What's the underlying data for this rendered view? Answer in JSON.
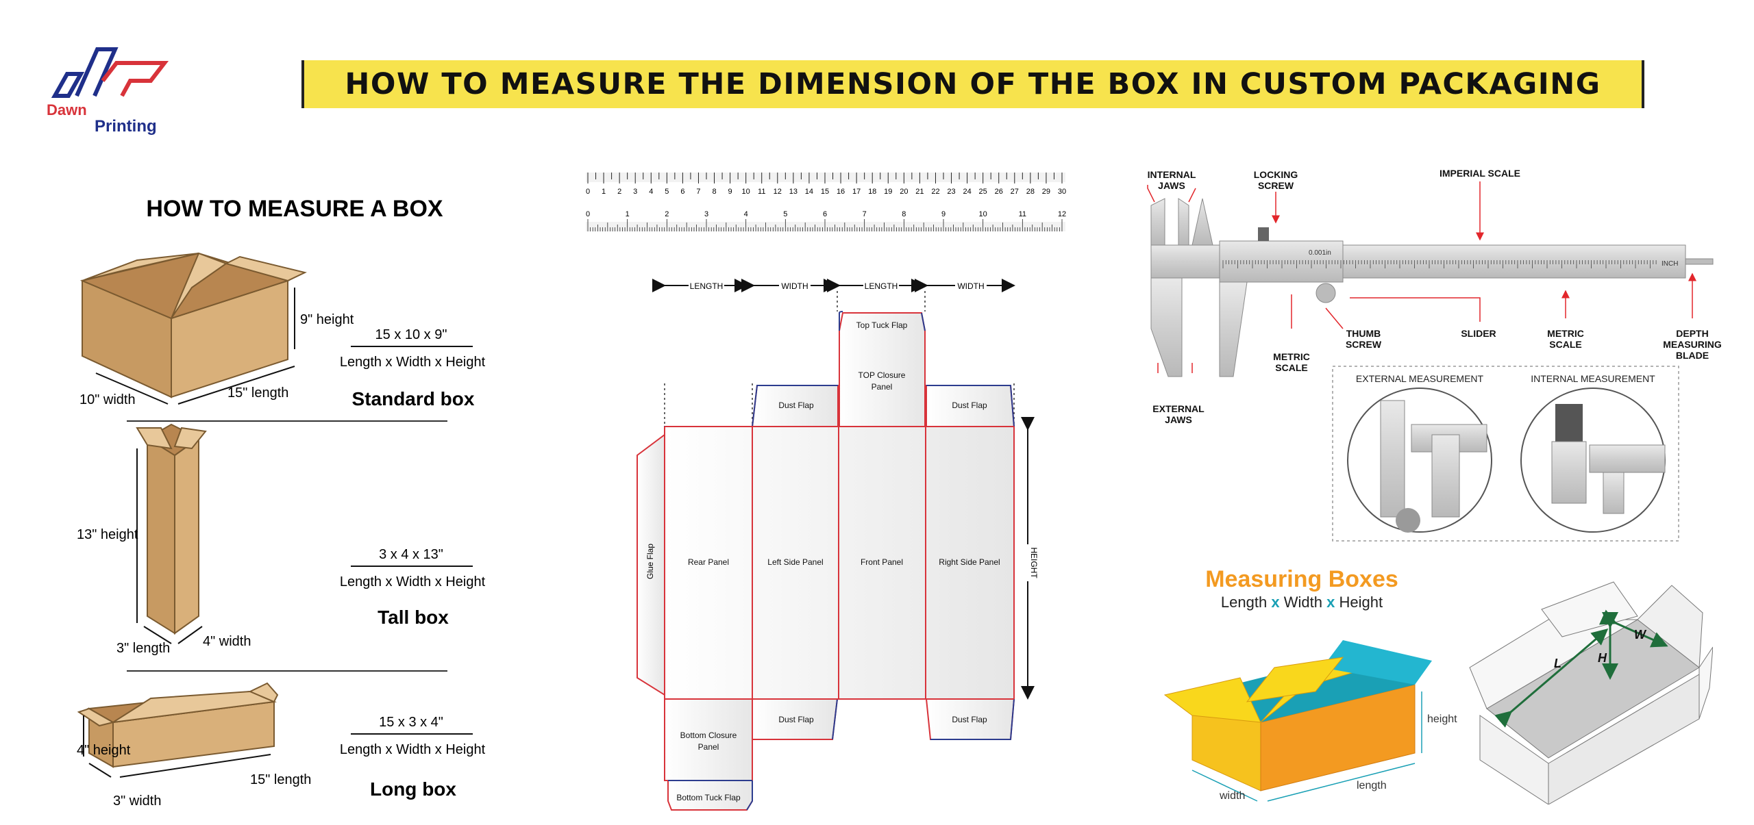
{
  "brand": {
    "line1": "Dawn",
    "line2": "Printing"
  },
  "title": "HOW TO MEASURE THE DIMENSION OF THE BOX IN CUSTOM PACKAGING",
  "left_panel": {
    "heading": "HOW TO MEASURE A BOX",
    "boxes": [
      {
        "dims": "15 x 10 x 9\"",
        "formula": "Length x Width x Height",
        "name": "Standard box",
        "labels": {
          "height": "9\" height",
          "width": "10\" width",
          "length": "15\" length"
        }
      },
      {
        "dims": "3 x 4 x 13\"",
        "formula": "Length x Width x Height",
        "name": "Tall box",
        "labels": {
          "height": "13\" height",
          "length": "3\" length",
          "width": "4\" width"
        }
      },
      {
        "dims": "15 x 3 x 4\"",
        "formula": "Length x Width x Height",
        "name": "Long box",
        "labels": {
          "height": "4\" height",
          "length": "15\" length",
          "width": "3\" width"
        }
      }
    ]
  },
  "ruler": {
    "top_numbers": [
      "0",
      "1",
      "2",
      "3",
      "4",
      "5",
      "6",
      "7",
      "8",
      "9",
      "10",
      "11",
      "12",
      "13",
      "14",
      "15",
      "16",
      "17",
      "18",
      "19",
      "20",
      "21",
      "22",
      "23",
      "24",
      "25",
      "26",
      "27",
      "28",
      "29",
      "30"
    ],
    "bottom_numbers": [
      "0",
      "1",
      "2",
      "3",
      "4",
      "5",
      "6",
      "7",
      "8",
      "9",
      "10",
      "11",
      "12"
    ]
  },
  "dieline": {
    "dimension_labels": [
      "LENGTH",
      "WIDTH",
      "LENGTH",
      "WIDTH"
    ],
    "height_label": "HEIGHT",
    "top_tuck_flap": "Top Tuck Flap",
    "top_closure_panel": [
      "TOP Closure",
      "Panel"
    ],
    "dust_flap": "Dust Flap",
    "glue_flap": "Glue Flap",
    "panels": [
      "Rear Panel",
      "Left Side Panel",
      "Front Panel",
      "Right Side Panel"
    ],
    "bottom_closure_panel": [
      "Bottom Closure",
      "Panel"
    ],
    "bottom_tuck_flap": "Bottom Tuck Flap"
  },
  "caliper": {
    "labels": {
      "internal_jaws": [
        "INTERNAL",
        "JAWS"
      ],
      "locking_screw": [
        "LOCKING",
        "SCREW"
      ],
      "imperial_scale": "IMPERIAL SCALE",
      "metric_scale_left": [
        "METRIC",
        "SCALE"
      ],
      "thumb_screw": [
        "THUMB",
        "SCREW"
      ],
      "slider": "SLIDER",
      "metric_scale_right": [
        "METRIC",
        "SCALE"
      ],
      "depth_blade": [
        "DEPTH",
        "MEASURING",
        "BLADE"
      ],
      "external_jaws": [
        "EXTERNAL",
        "JAWS"
      ]
    },
    "scale_text": {
      "inch": "INCH",
      "precision": "0.001in"
    },
    "insets": [
      "EXTERNAL MEASUREMENT",
      "INTERNAL MEASUREMENT"
    ]
  },
  "measuring_boxes": {
    "title": "Measuring Boxes",
    "subtitle": {
      "length": "Length",
      "x1": "x",
      "width": "Width",
      "x2": "x",
      "height": "Height"
    },
    "labels": {
      "width": "width",
      "length": "length",
      "height": "height"
    },
    "letters": {
      "L": "L",
      "H": "H",
      "W": "W"
    }
  },
  "colors": {
    "title_bg": "#f7e34d",
    "logo_blue": "#1f2f8a",
    "logo_red": "#d8333a",
    "dieline_red": "#d8333a",
    "dieline_blue": "#2c3c8e",
    "cardboard": "#d9b07a",
    "orange": "#f39a21",
    "teal": "#1aa0b5",
    "arrow_red": "#e2262b",
    "green": "#1f6e3b"
  }
}
